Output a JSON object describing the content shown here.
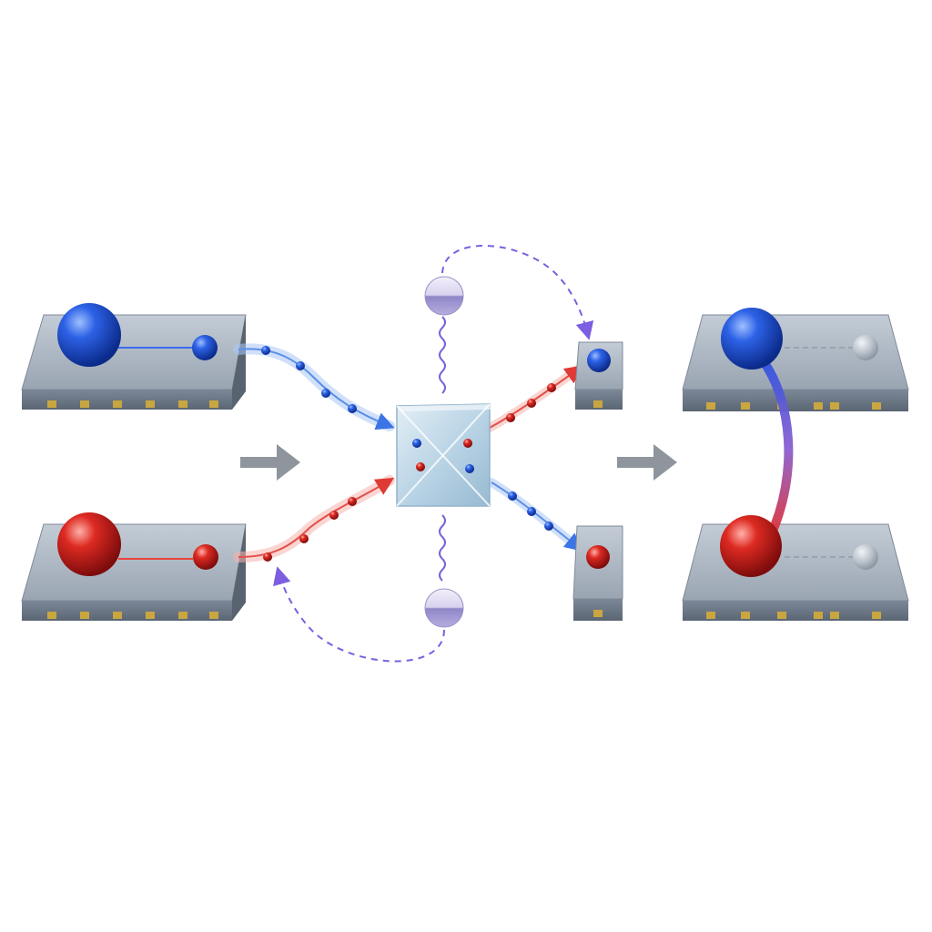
{
  "colors": {
    "background": "#ffffff",
    "chip_top": "#aeb8c4",
    "chip_front": "#6f7c8b",
    "chip_side": "#55606d",
    "pin": "#c9a640",
    "qubit_blue": "#1f4fd1",
    "qubit_red": "#d11f1f",
    "photon_blue": "#3f7ee8",
    "photon_red": "#e24a4a",
    "herald": "#8a6fe0",
    "splitter": "#bcd6e6",
    "step_arrow": "#8e959c",
    "entangle_top": "#3657e0",
    "entangle_bottom": "#e23b3b"
  },
  "icons": {
    "source_chips": "processor-chip-icon",
    "beam_splitter": "beam-splitter-cube-icon",
    "detectors": "photon-detector-icon",
    "herald_photons": "ancilla-sphere-icon",
    "step_arrows": "right-arrow-icon",
    "entanglement_link": "entanglement-bond-icon"
  },
  "stages": [
    "remote-qubits",
    "photon-interference",
    "entangled-qubits"
  ]
}
